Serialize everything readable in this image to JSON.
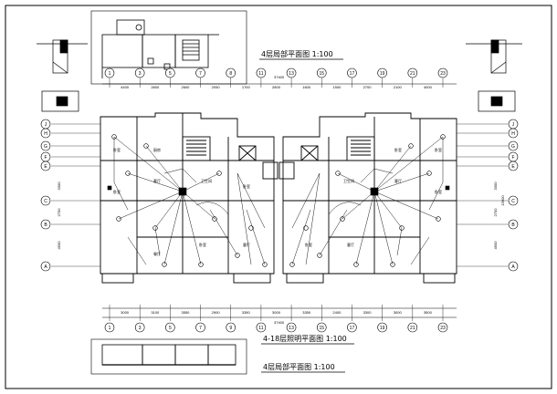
{
  "drawing": {
    "title_top": "4层局部平面图  1:100",
    "title_mid": "4-18层照明平面图  1:100",
    "title_bottom": "4层局部平面图  1:100",
    "total_dim_top": "37400",
    "total_dim_bottom": "37400",
    "top_axes": [
      "1",
      "3",
      "5",
      "7",
      "8",
      "11",
      "13",
      "15",
      "17",
      "19",
      "21",
      "23"
    ],
    "bottom_axes": [
      "1",
      "3",
      "5",
      "7",
      "9",
      "11",
      "13",
      "15",
      "17",
      "19",
      "21",
      "23"
    ],
    "top_dims": [
      "4400",
      "2800",
      "2600",
      "2050",
      "1700",
      "2800",
      "1600",
      "1500",
      "2700",
      "2100",
      "4000"
    ],
    "bottom_dims": [
      "3000",
      "3100",
      "3550",
      "2900",
      "3350",
      "3000",
      "3350",
      "2400",
      "3300",
      "3000",
      "3500"
    ],
    "left_axes": [
      "J",
      "H",
      "G",
      "F",
      "E",
      "C",
      "B",
      "A"
    ],
    "right_axes": [
      "J",
      "H",
      "G",
      "F",
      "E",
      "C",
      "B",
      "A"
    ],
    "left_dims": [
      "3300",
      "2700",
      "4500"
    ],
    "right_dims": [
      "3300",
      "2700",
      "4500",
      "15600"
    ],
    "room_labels": [
      "卧室",
      "客厅",
      "卧室",
      "厨房",
      "卫生间",
      "卧室",
      "客厅",
      "卧室",
      "餐厅",
      "卧室",
      "客厅",
      "卧室",
      "卧室",
      "卫生间",
      "客厅",
      "卧室"
    ],
    "line_color": "#000000",
    "background": "#ffffff"
  }
}
